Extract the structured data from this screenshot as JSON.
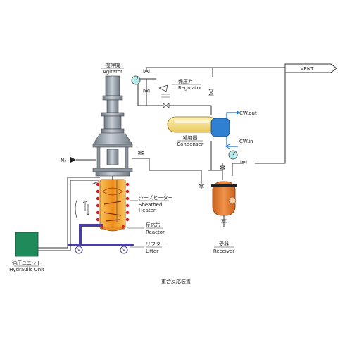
{
  "labels": {
    "agitator_jp": "撹拌機",
    "agitator_en": "Agitator",
    "regulator_jp": "保圧弁",
    "regulator_en": "Regulator",
    "vent": "VENT",
    "cw_out": "CW.out",
    "cw_in": "CW.in",
    "condenser_jp": "凝縮器",
    "condenser_en": "Condenser",
    "n2": "N₂",
    "heater_jp": "シーズヒーター",
    "heater_en_1": "Sheathed",
    "heater_en_2": "Heater",
    "reactor_jp": "反応缶",
    "reactor_en": "Reactor",
    "lifter_jp": "リフター",
    "lifter_en": "Lifter",
    "receiver_jp": "受器",
    "receiver_en": "Receiver",
    "hydraulic_jp": "油圧ユニット",
    "hydraulic_en": "Hydraulic Unit",
    "caption": "重合反応装置",
    "lifter_wheel": "V"
  },
  "colors": {
    "condenser_body": "#f5e08a",
    "condenser_cap": "#2f7fd3",
    "cooling_water": "#1a74d6",
    "reactor_glow": "#f2a12a",
    "heater_coil": "#d81e1e",
    "receiver": "#e07a2e",
    "hydraulic_unit": "#1f8a5a",
    "lifter_frame": "#4a3fa0",
    "agitator_steel": "#9aa3ad",
    "gauge_fill": "#b9ecec"
  }
}
